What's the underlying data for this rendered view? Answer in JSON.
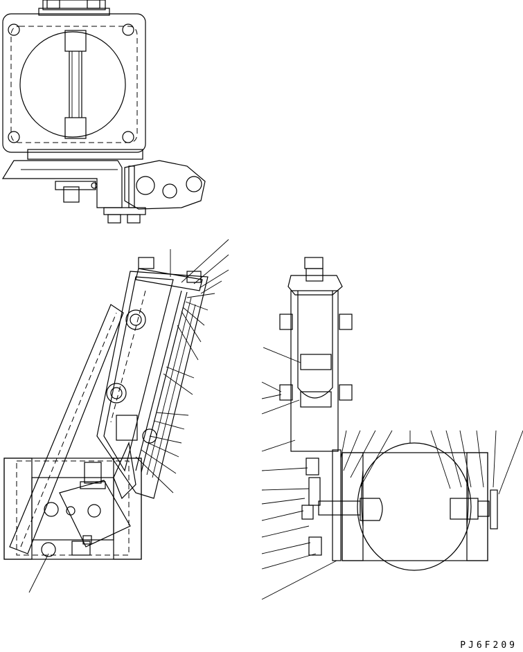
{
  "drawing": {
    "part_code": "PJ6F209",
    "views": [
      "top-view",
      "side-view",
      "front-view"
    ]
  }
}
